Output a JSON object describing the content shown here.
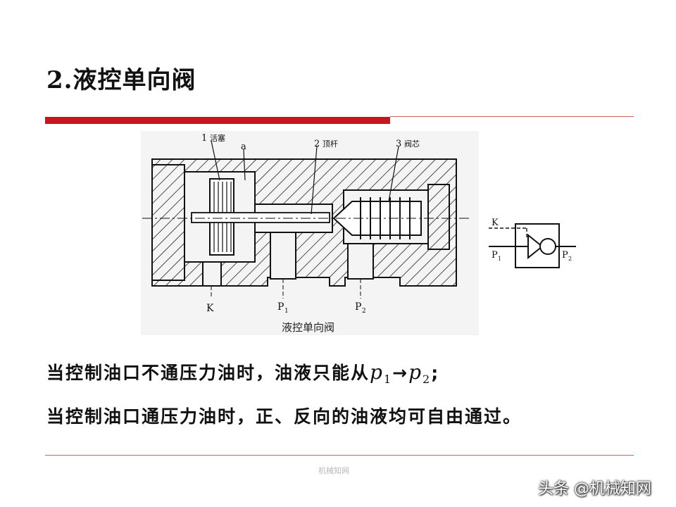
{
  "slide": {
    "title": "2.液控单向阀",
    "accent_color": "#c8161d",
    "rule_color": "#c86464"
  },
  "figure": {
    "caption": "液控单向阀",
    "callouts": {
      "piston": {
        "number": "1",
        "label": "活塞"
      },
      "a": "a",
      "pushrod": {
        "number": "2",
        "label": "顶杆"
      },
      "spool": {
        "number": "3",
        "label": "阀芯"
      }
    },
    "ports": {
      "k": "K",
      "p1": "P",
      "p1_sub": "1",
      "p2": "P",
      "p2_sub": "2"
    }
  },
  "symbol": {
    "k": "K",
    "p1": "P",
    "p1_sub": "1",
    "p2": "P",
    "p2_sub": "2"
  },
  "text": {
    "line1_main": "当控制油口不通压力油时，油液只能从",
    "line1_p1": "p",
    "line1_p1_sub": "1",
    "line1_arrow": "→",
    "line1_p2": "p",
    "line1_p2_sub": "2",
    "line1_end": ";",
    "line2": "当控制油口通压力油时，正、反向的油液均可自由通过。"
  },
  "footer": {
    "mark": "机械知网",
    "watermark": "头条 @机械知网"
  }
}
